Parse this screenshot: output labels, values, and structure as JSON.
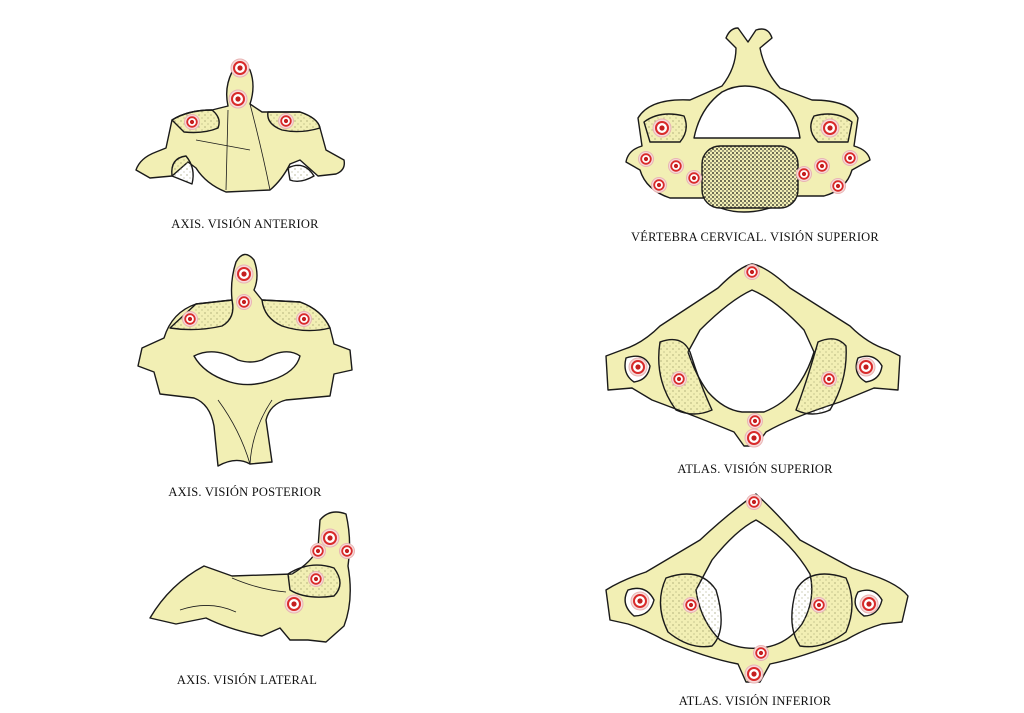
{
  "figure": {
    "captions": {
      "axis_anterior": "AXIS. VISIÓN ANTERIOR",
      "axis_posterior": "AXIS. VISIÓN POSTERIOR",
      "axis_lateral": "AXIS. VISIÓN LATERAL",
      "cervical_superior": "VÉRTEBRA CERVICAL. VISIÓN SUPERIOR",
      "atlas_superior": "ATLAS. VISIÓN SUPERIOR",
      "atlas_inferior": "ATLAS. VISIÓN INFERIOR"
    },
    "colors": {
      "bone_fill": "#f2efb4",
      "outline": "#1a1a1a",
      "marker_outer": "#f3c9c9",
      "marker_ring": "#d92b2b",
      "marker_center": "#c41e1e",
      "background": "#ffffff"
    }
  }
}
